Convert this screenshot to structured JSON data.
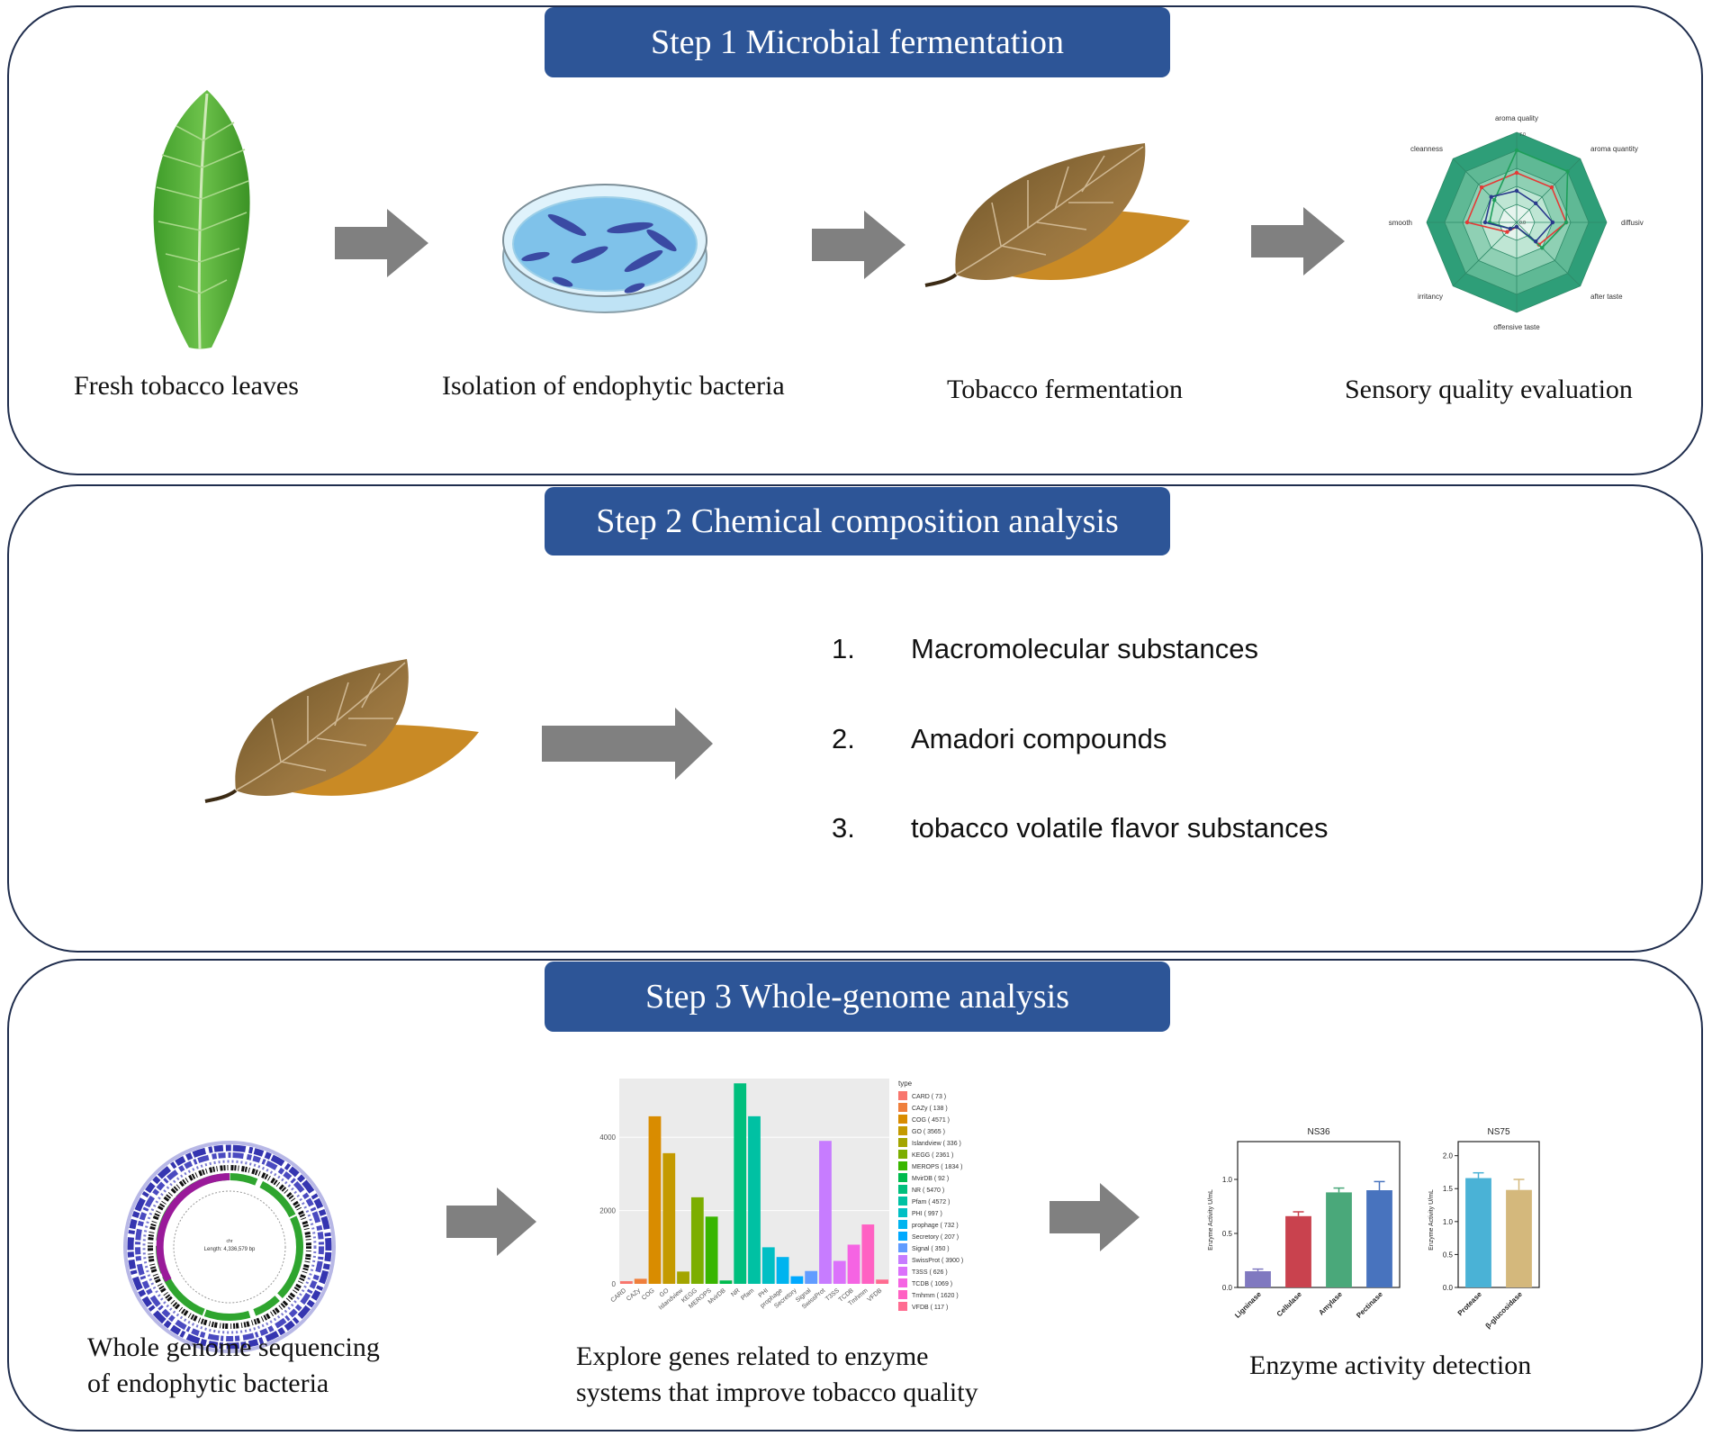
{
  "step1": {
    "title": "Step 1 Microbial fermentation",
    "captions": [
      "Fresh tobacco leaves",
      "Isolation of endophytic bacteria",
      "Tobacco fermentation",
      "Sensory quality evaluation"
    ],
    "radar": {
      "axes": [
        "aroma quality",
        "aroma quantity",
        "diffusiv",
        "after taste",
        "offensive taste",
        "irritancy",
        "smooth",
        "cleanness"
      ],
      "center_value": "0.0",
      "top_value": "7.0",
      "series_colors": [
        "#e53935",
        "#1e9e5a",
        "#2a3a8c"
      ]
    }
  },
  "step2": {
    "title": "Step 2 Chemical composition analysis",
    "items": [
      {
        "num": "1.",
        "text": "Macromolecular substances"
      },
      {
        "num": "2.",
        "text": "Amadori compounds"
      },
      {
        "num": "3.",
        "text": "tobacco volatile flavor substances"
      }
    ]
  },
  "step3": {
    "title": "Step 3 Whole-genome analysis",
    "captions": {
      "genome": [
        "Whole genome sequencing",
        "of endophytic bacteria"
      ],
      "genes": [
        "Explore genes related to enzyme",
        "systems that improve tobacco quality"
      ],
      "enzyme": "Enzyme activity detection"
    },
    "genome_map_label": "Length: 4,336,579 bp"
  },
  "chart_data": [
    {
      "type": "bar",
      "legend_title": "type",
      "categories": [
        "CARD",
        "CAZy",
        "COG",
        "GO",
        "Islandview",
        "KEGG",
        "MEROPS",
        "MvirDB",
        "NR",
        "Pfam",
        "PHI",
        "prophage",
        "Secretory",
        "Signal",
        "SwissProt",
        "T3SS",
        "TCDB",
        "Tmhmm",
        "VFDB"
      ],
      "legend_labels": [
        "CARD ( 73 )",
        "CAZy ( 138 )",
        "COG ( 4571 )",
        "GO ( 3565 )",
        "Islandview ( 336 )",
        "KEGG ( 2361 )",
        "MEROPS ( 1834 )",
        "MvirDB ( 92 )",
        "NR ( 5470 )",
        "Pfam ( 4572 )",
        "PHI ( 997 )",
        "prophage ( 732 )",
        "Secretory ( 207 )",
        "Signal ( 350 )",
        "SwissProt ( 3900 )",
        "T3SS ( 626 )",
        "TCDB ( 1069 )",
        "Tmhmm ( 1620 )",
        "VFDB ( 117 )"
      ],
      "values": [
        73,
        138,
        4571,
        3565,
        336,
        2361,
        1834,
        92,
        5470,
        4572,
        997,
        732,
        207,
        350,
        3900,
        626,
        1069,
        1620,
        117
      ],
      "colors": [
        "#f8766d",
        "#ef7f3c",
        "#d98c00",
        "#c49a00",
        "#a3a500",
        "#7cae00",
        "#39b600",
        "#00bb4e",
        "#00bf7d",
        "#00c1a3",
        "#00bfc4",
        "#00b4ef",
        "#00a9ff",
        "#619cff",
        "#c77cff",
        "#db72fb",
        "#f564e3",
        "#ff61c3",
        "#ff6c91"
      ],
      "yticks": [
        0,
        2000,
        4000
      ],
      "ylim": [
        0,
        5600
      ]
    },
    {
      "type": "bar",
      "title": "NS36",
      "ylabel": "Enzyme Activity  U/mL",
      "categories": [
        "Ligninase",
        "Cellulase",
        "Amylase",
        "Pectinase"
      ],
      "values": [
        0.15,
        0.66,
        0.88,
        0.9
      ],
      "errors": [
        0.02,
        0.04,
        0.04,
        0.08
      ],
      "colors": [
        "#8079c0",
        "#c9424e",
        "#4aa87a",
        "#4873be"
      ],
      "yticks": [
        "0.0",
        "0.5",
        "1.0"
      ],
      "ylim": [
        0,
        1.25
      ]
    },
    {
      "type": "bar",
      "title": "NS75",
      "ylabel": "Enzyme Activity  U/mL",
      "categories": [
        "Protease",
        "β-glucosidase"
      ],
      "values": [
        1.66,
        1.48
      ],
      "errors": [
        0.08,
        0.16
      ],
      "colors": [
        "#4ab2d6",
        "#d4b87c"
      ],
      "yticks": [
        "0.0",
        "0.5",
        "1.0",
        "1.5",
        "2.0"
      ],
      "ylim": [
        0,
        2.05
      ]
    }
  ]
}
